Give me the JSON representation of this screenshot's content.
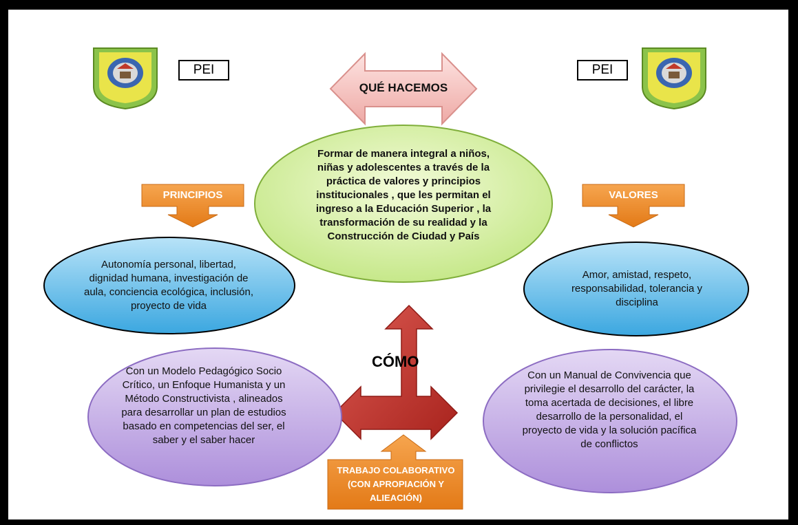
{
  "pei_label_left": "PEI",
  "pei_label_right": "PEI",
  "que_hacemos": "QUÉ HACEMOS",
  "mission": "Formar  de manera integral a niños, niñas y adolescentes a través de la práctica de valores  y principios institucionales , que les permitan el ingreso a la Educación Superior , la transformación de su realidad  y la Construcción de  Ciudad  y País",
  "principios_label": "PRINCIPIOS",
  "valores_label": "VALORES",
  "principios_text": "Autonomía personal, libertad, dignidad humana, investigación de aula, conciencia ecológica, inclusión, proyecto de vida",
  "valores_text": "Amor, amistad, respeto, responsabilidad, tolerancia y disciplina",
  "como_label": "CÓMO",
  "modelo_text": "Con un Modelo Pedagógico Socio Crítico, un Enfoque Humanista y un Método Constructivista , alineados para desarrollar un plan de estudios basado en competencias  del ser, el saber y el saber hacer",
  "manual_text": "Con un Manual de Convivencia que privilegie el desarrollo del carácter, la toma acertada de decisiones, el libre desarrollo de la personalidad, el proyecto de vida y la solución pacífica de conflictos",
  "trabajo_text": "TRABAJO COLABORATIVO (CON APROPIACIÓN Y ALIEACIÓN)",
  "colors": {
    "pink_arrow": "#f6c6c3",
    "green_ellipse": "#d8f0a4",
    "blue_ellipse": "#7cc8ee",
    "purple_ellipse": "#c9b3e6",
    "orange_tag": "#ee8c2c",
    "red_cross": "#c23a33",
    "shield_green": "#8bc34a"
  },
  "icons": [
    "school-shield-icon"
  ]
}
